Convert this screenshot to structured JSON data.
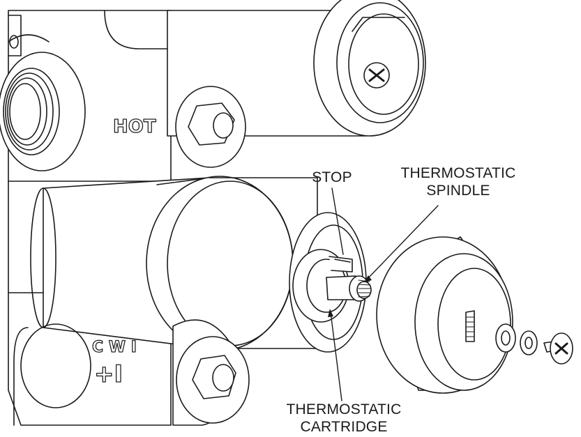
{
  "labels": {
    "stop": "STOP",
    "spindle_line1": "THERMOSTATIC",
    "spindle_line2": "SPINDLE",
    "cartridge_line1": "THERMOSTATIC",
    "cartridge_line2": "CARTRIDGE"
  },
  "castings": {
    "hot": "HOT",
    "cold_line1": "C W I",
    "cold_line2": "+I"
  },
  "colors": {
    "line": "#1a1a1a",
    "fill": "#ffffff"
  }
}
